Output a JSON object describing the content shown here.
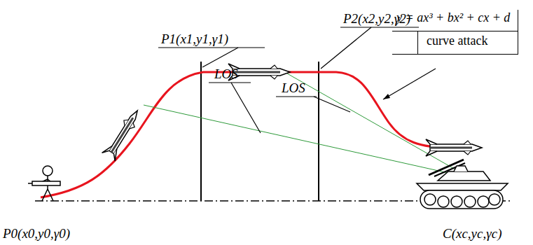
{
  "diagram": {
    "nodes": [
      {
        "text": [
          "y = ax³ + bx² + cx + d",
          "curve attack"
        ]
      }
    ],
    "labels": [
      "P1(x1,y1,γ1)",
      "P2(x2,y2,γ2)",
      "LOS",
      "LOS",
      "P0(x0,y0,γ0)",
      "C(xc,yc,γc)"
    ]
  }
}
